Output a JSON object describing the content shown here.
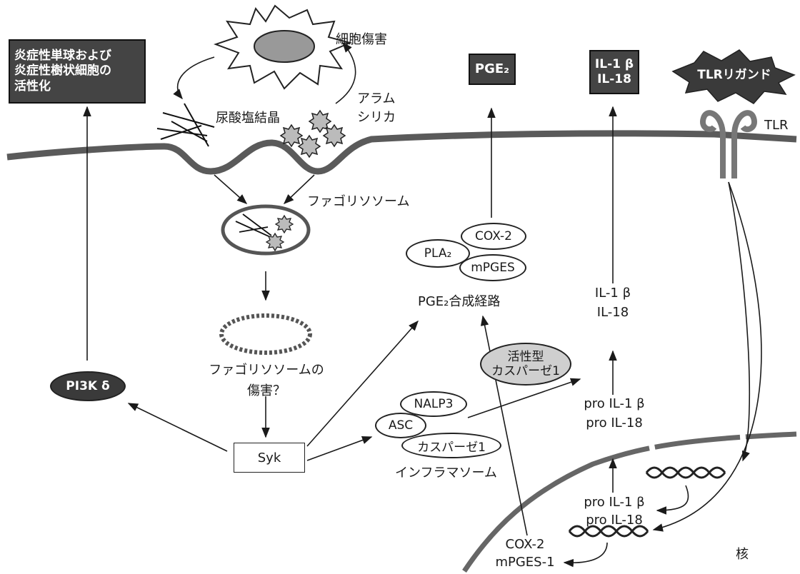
{
  "labels": {
    "cytotoxicity": "細胞傷害",
    "urate_crystal": "尿酸塩結晶",
    "alum": "アラム",
    "silica": "シリカ",
    "phagolysosome": "ファゴリソソーム",
    "phagolysosome_damage_1": "ファゴリソソームの",
    "phagolysosome_damage_2": "傷害？",
    "tlr": "TLR",
    "pge2_pathway": "PGE₂合成経路",
    "il1b_mid": "IL-1 β",
    "il18_mid": "IL-18",
    "pro_il1b_upper": "pro IL-1 β",
    "pro_il18_upper": "pro IL-18",
    "pro_il1b_lower": "pro IL-1 β",
    "pro_il18_lower": "pro IL-18",
    "inflammasome": "インフラマソーム",
    "cox2_nuc": "COX-2",
    "mpges1_nuc": "mPGES-1",
    "nucleus": "核"
  },
  "boxes": {
    "activation_line1": "炎症性単球および",
    "activation_line2": "炎症性樹状細胞の",
    "activation_line3": "活性化",
    "pge2": "PGE₂",
    "il1b": "IL-1 β",
    "il18": "IL-18",
    "tlr_ligand": "TLRリガンド"
  },
  "nodes": {
    "cox2": "COX-2",
    "pla2": "PLA₂",
    "mpges": "mPGES",
    "active_caspase_1": "活性型",
    "active_caspase_2": "カスパーゼ1",
    "nalp3": "NALP3",
    "asc": "ASC",
    "caspase1": "カスパーゼ1",
    "pi3k": "PI3K δ",
    "syk": "Syk"
  },
  "colors": {
    "dark_fill": "#444444",
    "membrane": "#5a5a5a",
    "grey_fill": "#cfcfcf"
  }
}
